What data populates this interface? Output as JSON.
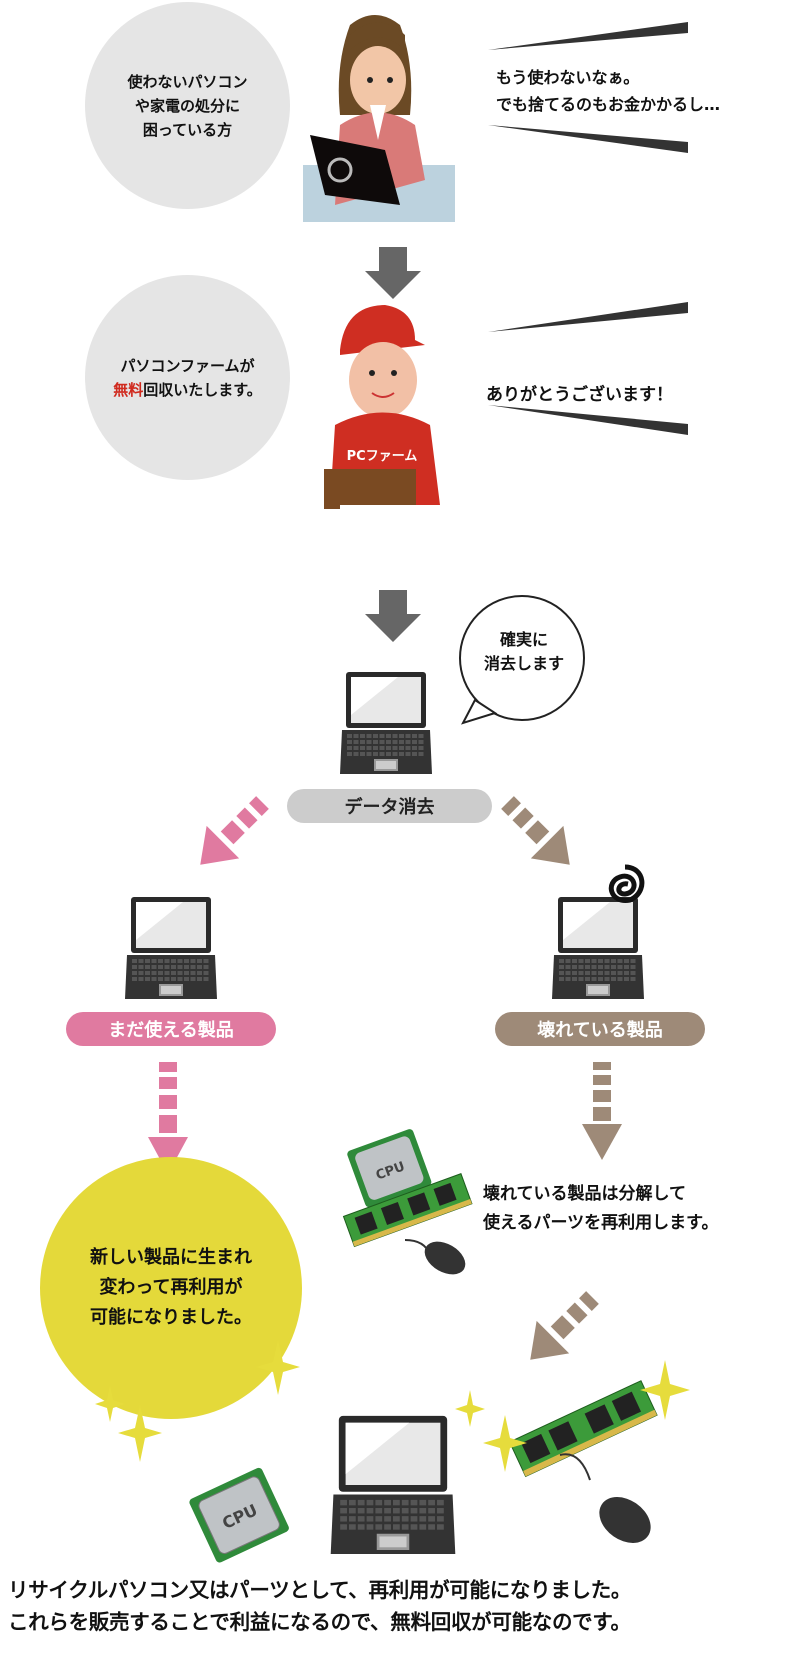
{
  "step1": {
    "circle_text_lines": [
      "使わないパソコン",
      "や家電の処分に",
      "困っている方"
    ],
    "speech_lines": [
      "もう使わないなぁ。",
      "でも捨てるのもお金かかるし…"
    ]
  },
  "step2": {
    "circle_line1": "パソコンファームが",
    "circle_line2_highlight": "無料",
    "circle_line2_rest": "回収いたします。",
    "speech": "ありがとうございます！",
    "shirt_logo": "PCファーム"
  },
  "step3": {
    "bubble_lines": [
      "確実に",
      "消去します"
    ],
    "label": "データ消去"
  },
  "branches": {
    "usable_label": "まだ使える製品",
    "broken_label": "壊れている製品",
    "broken_desc_lines": [
      "壊れている製品は分解して",
      "使えるパーツを再利用します。"
    ],
    "reuse_circle_lines": [
      "新しい製品に生まれ",
      "変わって再利用が",
      "可能になりました。"
    ]
  },
  "parts": {
    "cpu_label": "CPU"
  },
  "footer_lines": [
    "リサイクルパソコン又はパーツとして、再利用が可能になりました。",
    "これらを販売することで利益になるので、無料回収が可能なのです。"
  ],
  "colors": {
    "pink": "#e07aa0",
    "brown": "#9e8a78",
    "yellow": "#e4d93a",
    "grey": "#cccccc",
    "arrow": "#666666",
    "red": "#d02a1e"
  }
}
